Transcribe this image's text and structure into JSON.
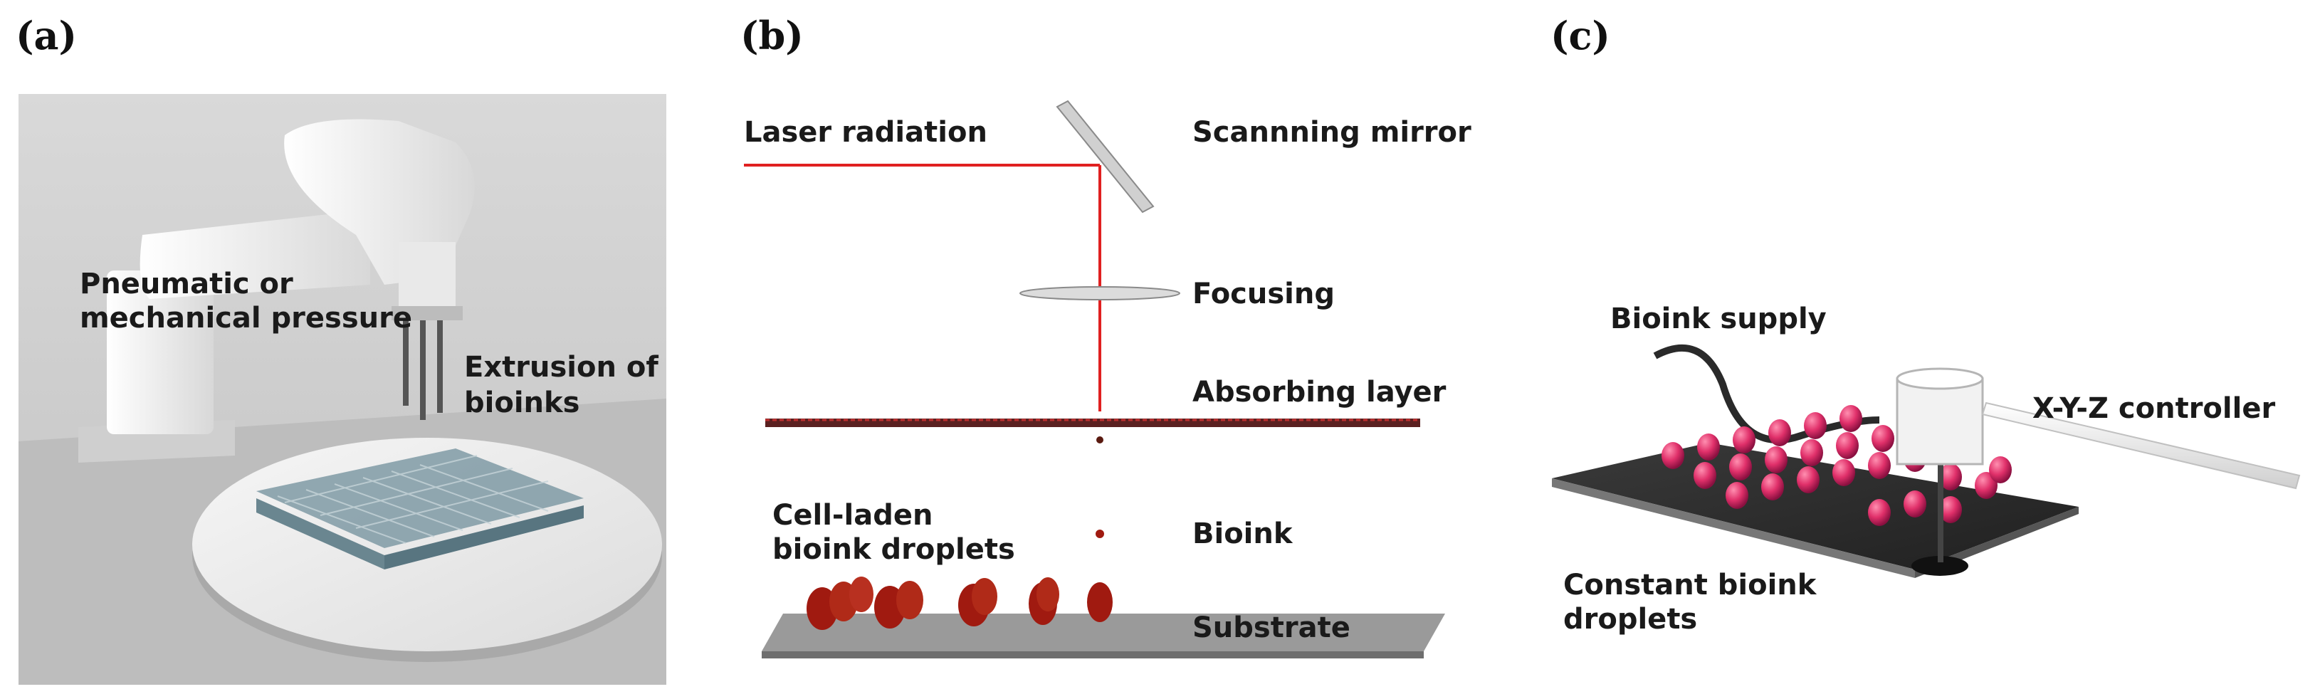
{
  "panels": {
    "a": {
      "label": "(a)",
      "text_pressure_line1": "Pneumatic or",
      "text_pressure_line2": "mechanical pressure",
      "text_extrusion_line1": "Extrusion of",
      "text_extrusion_line2": "bioinks"
    },
    "b": {
      "label": "(b)",
      "text_laser": "Laser radiation",
      "text_mirror": "Scannning mirror",
      "text_focusing": "Focusing",
      "text_absorbing": "Absorbing layer",
      "text_droplets_line1": "Cell-laden",
      "text_droplets_line2": "bioink droplets",
      "text_bioink": "Bioink",
      "text_substrate": "Substrate"
    },
    "c": {
      "label": "(c)",
      "text_supply": "Bioink supply",
      "text_controller": "X-Y-Z controller",
      "text_constant_line1": "Constant bioink",
      "text_constant_line2": "droplets"
    }
  },
  "colors": {
    "laser": "#e02020",
    "droplet_b": "#a01a10",
    "droplet_c": "#e0306a"
  }
}
